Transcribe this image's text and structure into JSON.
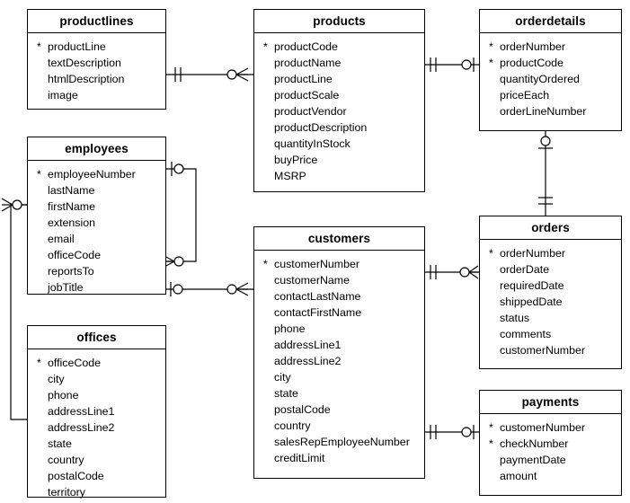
{
  "diagram": {
    "title": "classicmodels ER diagram",
    "notation": "crow's-foot",
    "pk_symbol": "*",
    "background": "#ffffff",
    "line_color": "#000000"
  },
  "entities": {
    "productlines": {
      "name": "productlines",
      "attributes": [
        {
          "name": "productLine",
          "key": "*"
        },
        {
          "name": "textDescription",
          "key": ""
        },
        {
          "name": "htmlDescription",
          "key": ""
        },
        {
          "name": "image",
          "key": ""
        }
      ]
    },
    "products": {
      "name": "products",
      "attributes": [
        {
          "name": "productCode",
          "key": "*"
        },
        {
          "name": "productName",
          "key": ""
        },
        {
          "name": "productLine",
          "key": ""
        },
        {
          "name": "productScale",
          "key": ""
        },
        {
          "name": "productVendor",
          "key": ""
        },
        {
          "name": "productDescription",
          "key": ""
        },
        {
          "name": "quantityInStock",
          "key": ""
        },
        {
          "name": "buyPrice",
          "key": ""
        },
        {
          "name": "MSRP",
          "key": ""
        }
      ]
    },
    "orderdetails": {
      "name": "orderdetails",
      "attributes": [
        {
          "name": "orderNumber",
          "key": "*"
        },
        {
          "name": "productCode",
          "key": "*"
        },
        {
          "name": "quantityOrdered",
          "key": ""
        },
        {
          "name": "priceEach",
          "key": ""
        },
        {
          "name": "orderLineNumber",
          "key": ""
        }
      ]
    },
    "employees": {
      "name": "employees",
      "attributes": [
        {
          "name": "employeeNumber",
          "key": "*"
        },
        {
          "name": "lastName",
          "key": ""
        },
        {
          "name": "firstName",
          "key": ""
        },
        {
          "name": "extension",
          "key": ""
        },
        {
          "name": "email",
          "key": ""
        },
        {
          "name": "officeCode",
          "key": ""
        },
        {
          "name": "reportsTo",
          "key": ""
        },
        {
          "name": "jobTitle",
          "key": ""
        }
      ]
    },
    "customers": {
      "name": "customers",
      "attributes": [
        {
          "name": "customerNumber",
          "key": "*"
        },
        {
          "name": "customerName",
          "key": ""
        },
        {
          "name": "contactLastName",
          "key": ""
        },
        {
          "name": "contactFirstName",
          "key": ""
        },
        {
          "name": "phone",
          "key": ""
        },
        {
          "name": "addressLine1",
          "key": ""
        },
        {
          "name": "addressLine2",
          "key": ""
        },
        {
          "name": "city",
          "key": ""
        },
        {
          "name": "state",
          "key": ""
        },
        {
          "name": "postalCode",
          "key": ""
        },
        {
          "name": "country",
          "key": ""
        },
        {
          "name": "salesRepEmployeeNumber",
          "key": ""
        },
        {
          "name": "creditLimit",
          "key": ""
        }
      ]
    },
    "orders": {
      "name": "orders",
      "attributes": [
        {
          "name": "orderNumber",
          "key": "*"
        },
        {
          "name": "orderDate",
          "key": ""
        },
        {
          "name": "requiredDate",
          "key": ""
        },
        {
          "name": "shippedDate",
          "key": ""
        },
        {
          "name": "status",
          "key": ""
        },
        {
          "name": "comments",
          "key": ""
        },
        {
          "name": "customerNumber",
          "key": ""
        }
      ]
    },
    "offices": {
      "name": "offices",
      "attributes": [
        {
          "name": "officeCode",
          "key": "*"
        },
        {
          "name": "city",
          "key": ""
        },
        {
          "name": "phone",
          "key": ""
        },
        {
          "name": "addressLine1",
          "key": ""
        },
        {
          "name": "addressLine2",
          "key": ""
        },
        {
          "name": "state",
          "key": ""
        },
        {
          "name": "country",
          "key": ""
        },
        {
          "name": "postalCode",
          "key": ""
        },
        {
          "name": "territory",
          "key": ""
        }
      ]
    },
    "payments": {
      "name": "payments",
      "attributes": [
        {
          "name": "customerNumber",
          "key": "*"
        },
        {
          "name": "checkNumber",
          "key": "*"
        },
        {
          "name": "paymentDate",
          "key": ""
        },
        {
          "name": "amount",
          "key": ""
        }
      ]
    }
  },
  "relationships": [
    {
      "id": "productlines-products",
      "from": "productlines",
      "to": "products",
      "from_cardinality": "one-mandatory",
      "to_cardinality": "zero-or-many"
    },
    {
      "id": "products-orderdetails",
      "from": "products",
      "to": "orderdetails",
      "from_cardinality": "one-mandatory",
      "to_cardinality": "zero-or-one"
    },
    {
      "id": "orders-orderdetails",
      "from": "orders",
      "to": "orderdetails",
      "from_cardinality": "one-mandatory",
      "to_cardinality": "zero-or-one"
    },
    {
      "id": "employees-employees",
      "from": "employees",
      "to": "employees",
      "from_cardinality": "zero-or-one",
      "to_cardinality": "zero-or-many"
    },
    {
      "id": "employees-customers",
      "from": "employees",
      "to": "customers",
      "from_cardinality": "zero-or-one",
      "to_cardinality": "zero-or-many"
    },
    {
      "id": "customers-orders",
      "from": "customers",
      "to": "orders",
      "from_cardinality": "one-mandatory",
      "to_cardinality": "zero-or-many"
    },
    {
      "id": "customers-payments",
      "from": "customers",
      "to": "payments",
      "from_cardinality": "one-mandatory",
      "to_cardinality": "zero-or-one"
    },
    {
      "id": "offices-employees",
      "from": "offices",
      "to": "employees",
      "from_cardinality": "one-mandatory",
      "to_cardinality": "zero-or-many"
    }
  ]
}
